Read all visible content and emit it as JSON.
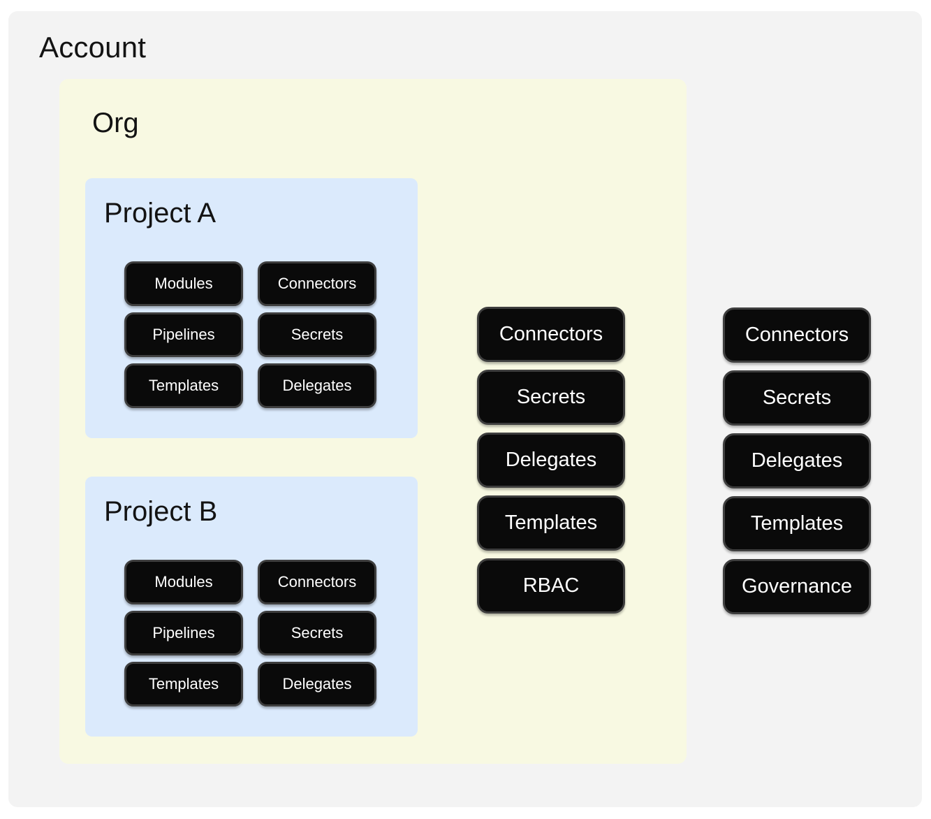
{
  "account": {
    "label": "Account",
    "scope_pills": [
      "Connectors",
      "Secrets",
      "Delegates",
      "Templates",
      "Governance"
    ],
    "org": {
      "label": "Org",
      "scope_pills": [
        "Connectors",
        "Secrets",
        "Delegates",
        "Templates",
        "RBAC"
      ],
      "projects": [
        {
          "label": "Project A",
          "pills": [
            "Modules",
            "Connectors",
            "Pipelines",
            "Secrets",
            "Templates",
            "Delegates"
          ]
        },
        {
          "label": "Project B",
          "pills": [
            "Modules",
            "Connectors",
            "Pipelines",
            "Secrets",
            "Templates",
            "Delegates"
          ]
        }
      ]
    }
  },
  "colors": {
    "page_bg": "#ffffff",
    "account_bg": "#f3f3f3",
    "org_bg": "#f8f9e2",
    "project_bg": "#dbeafc",
    "pill_bg": "#0a0a0a",
    "pill_border": "#3e3e3e",
    "pill_text": "#ffffff",
    "label_color": "#131313"
  }
}
